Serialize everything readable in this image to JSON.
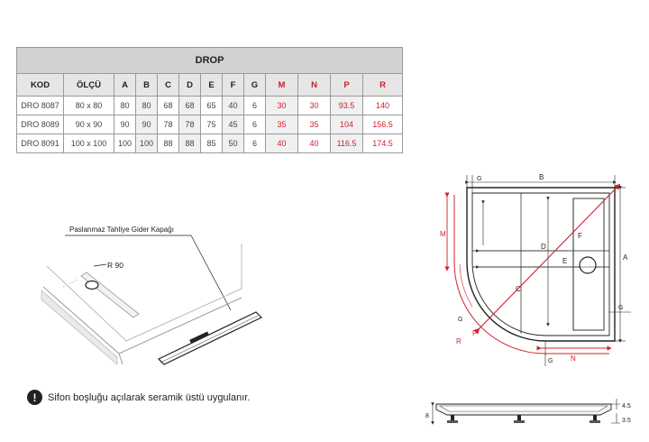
{
  "table": {
    "title": "DROP",
    "headers": [
      "KOD",
      "ÖLÇÜ",
      "A",
      "B",
      "C",
      "D",
      "E",
      "F",
      "G",
      "M",
      "N",
      "P",
      "R"
    ],
    "rows": [
      [
        "DRO 8087",
        "80 x 80",
        "80",
        "80",
        "68",
        "68",
        "65",
        "40",
        "6",
        "30",
        "30",
        "93.5",
        "140"
      ],
      [
        "DRO 8089",
        "90 x 90",
        "90",
        "90",
        "78",
        "78",
        "75",
        "45",
        "6",
        "35",
        "35",
        "104",
        "156.5"
      ],
      [
        "DRO 8091",
        "100 x 100",
        "100",
        "100",
        "88",
        "88",
        "85",
        "50",
        "6",
        "40",
        "40",
        "116.5",
        "174.5"
      ]
    ]
  },
  "drain_label": "Paslanmaz Tahliye Gider Kapağı",
  "radius_label": "R 90",
  "warning": {
    "icon": "exclamation-icon",
    "text": "Sifon boşluğu açılarak seramik üstü uygulanır."
  },
  "plan_labels": {
    "A": "A",
    "B": "B",
    "C": "C",
    "D": "D",
    "E": "E",
    "F": "F",
    "G": "G",
    "M": "M",
    "N": "N",
    "P": "P",
    "R": "R"
  },
  "section_labels": {
    "height_total": "8",
    "rim": "4.5",
    "base": "3.5"
  },
  "colors": {
    "red": "#d0202a",
    "line": "#222222",
    "header_bg": "#d2d2d2"
  }
}
